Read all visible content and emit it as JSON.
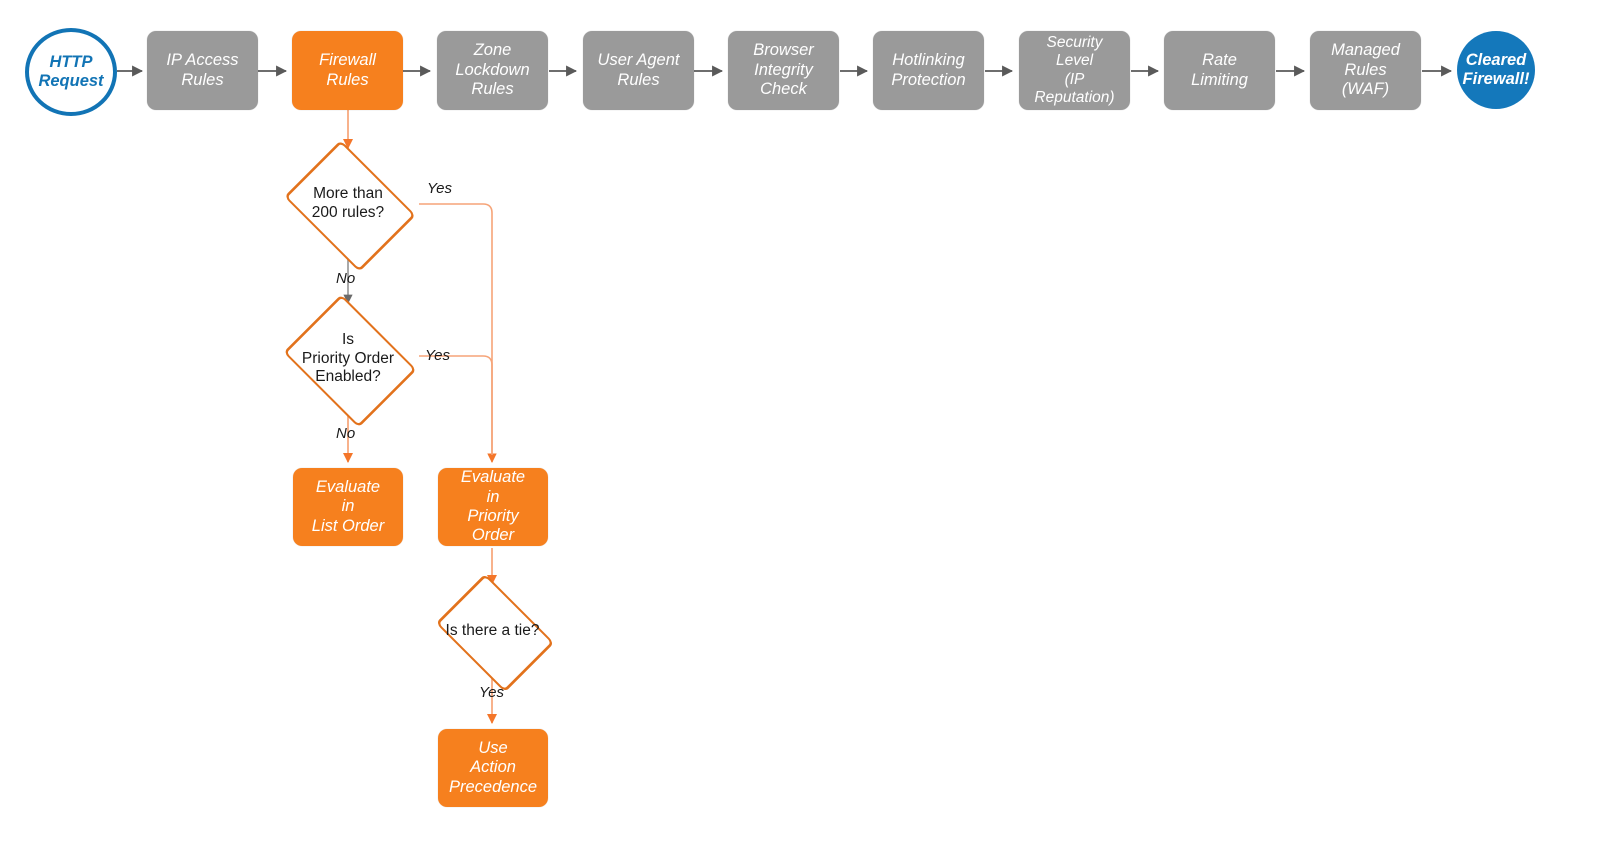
{
  "diagram": {
    "title": "Cloudflare Firewall Rules Evaluation Order",
    "colors": {
      "gray_node": "#9a9a9a",
      "orange_node": "#f6801e",
      "orange_stroke": "#e2721c",
      "orange_light_stroke": "#f6a478",
      "blue_stroke": "#1274b5",
      "blue_fill": "#1478bb",
      "gray_arrow": "#5a5a5a",
      "text_dark": "#1a1a1a",
      "canvas": "#ffffff"
    },
    "pipeline": [
      {
        "id": "http-request",
        "label": "HTTP\nRequest",
        "shape": "circle-outline"
      },
      {
        "id": "ip-access-rules",
        "label": "IP Access\nRules",
        "shape": "box-gray"
      },
      {
        "id": "firewall-rules",
        "label": "Firewall\nRules",
        "shape": "box-orange"
      },
      {
        "id": "zone-lockdown-rules",
        "label": "Zone\nLockdown\nRules",
        "shape": "box-gray"
      },
      {
        "id": "user-agent-rules",
        "label": "User Agent\nRules",
        "shape": "box-gray"
      },
      {
        "id": "browser-integrity",
        "label": "Browser\nIntegrity\nCheck",
        "shape": "box-gray"
      },
      {
        "id": "hotlinking",
        "label": "Hotlinking\nProtection",
        "shape": "box-gray"
      },
      {
        "id": "security-level",
        "label": "Security\nLevel\n(IP Reputation)",
        "shape": "box-gray"
      },
      {
        "id": "rate-limiting",
        "label": "Rate\nLimiting",
        "shape": "box-gray"
      },
      {
        "id": "managed-rules",
        "label": "Managed\nRules\n(WAF)",
        "shape": "box-gray"
      },
      {
        "id": "cleared-firewall",
        "label": "Cleared\nFirewall!",
        "shape": "circle-filled"
      }
    ],
    "decisions": [
      {
        "id": "more-than-200-rules",
        "label": "More than\n200 rules?"
      },
      {
        "id": "priority-order-enabled",
        "label": "Is\nPriority Order\nEnabled?"
      },
      {
        "id": "is-there-a-tie",
        "label": "Is there a tie?"
      }
    ],
    "outcomes": [
      {
        "id": "evaluate-list-order",
        "label": "Evaluate\nin\nList Order"
      },
      {
        "id": "evaluate-priority-order",
        "label": "Evaluate\nin\nPriority Order"
      },
      {
        "id": "use-action-precedence",
        "label": "Use\nAction\nPrecedence"
      }
    ],
    "edge_labels": {
      "more_than_200_yes": "Yes",
      "more_than_200_no": "No",
      "priority_order_yes": "Yes",
      "priority_order_no": "No",
      "tie_yes": "Yes"
    }
  }
}
